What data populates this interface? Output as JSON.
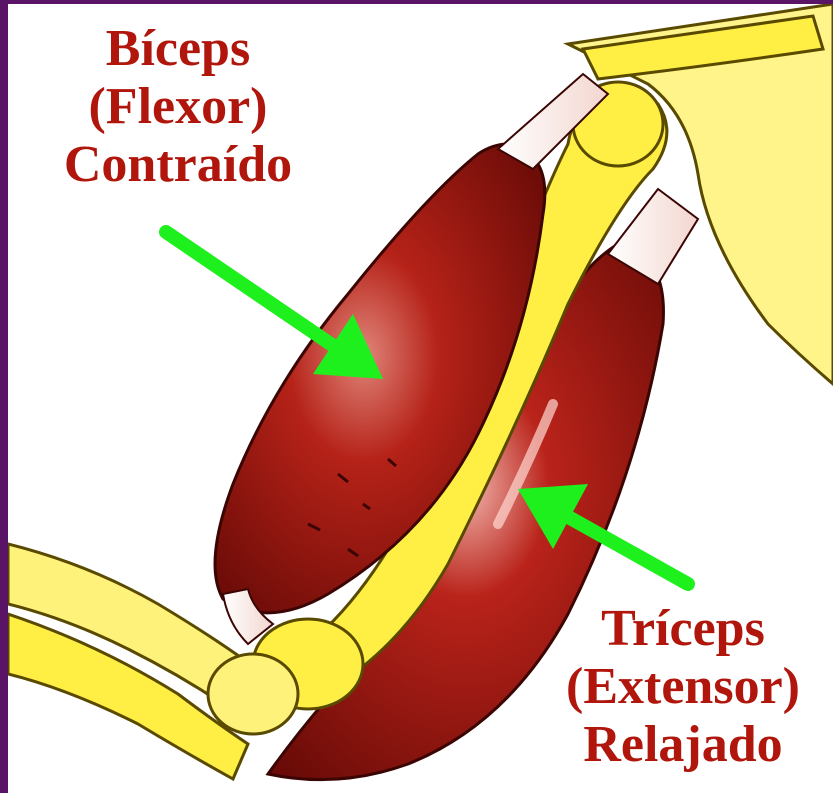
{
  "labels": {
    "biceps": {
      "name": "Bíceps",
      "role": "(Flexor)",
      "state": "Contraído"
    },
    "triceps": {
      "name": "Tríceps",
      "role": "(Extensor)",
      "state": "Relajado"
    }
  },
  "colors": {
    "frame": "#5a1466",
    "label_text": "#b0160c",
    "arrow": "#1ef01e",
    "bone": "#ffef44",
    "muscle": "#a3140f"
  }
}
